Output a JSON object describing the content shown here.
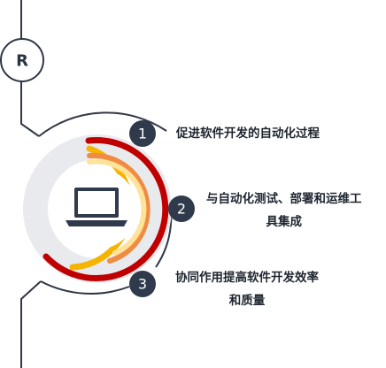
{
  "badge": {
    "letter": "R"
  },
  "steps": [
    {
      "number": "1",
      "text": "促进软件开发的自动化过程"
    },
    {
      "number": "2",
      "text_line1": "与自动化测试、部署和运维工",
      "text_line2": "具集成"
    },
    {
      "number": "3",
      "text_line1": "协同作用提高软件开发效率",
      "text_line2": "和质量"
    }
  ],
  "colors": {
    "line": "#2f3745",
    "ring_bg": "#e8eaee",
    "dark_red": "#c00000",
    "gold": "#f5b400",
    "orange": "#f08c42",
    "light_yellow": "#ffe39a",
    "badge_fill": "#2f3a4c"
  },
  "icons": {
    "center": "laptop-icon"
  }
}
